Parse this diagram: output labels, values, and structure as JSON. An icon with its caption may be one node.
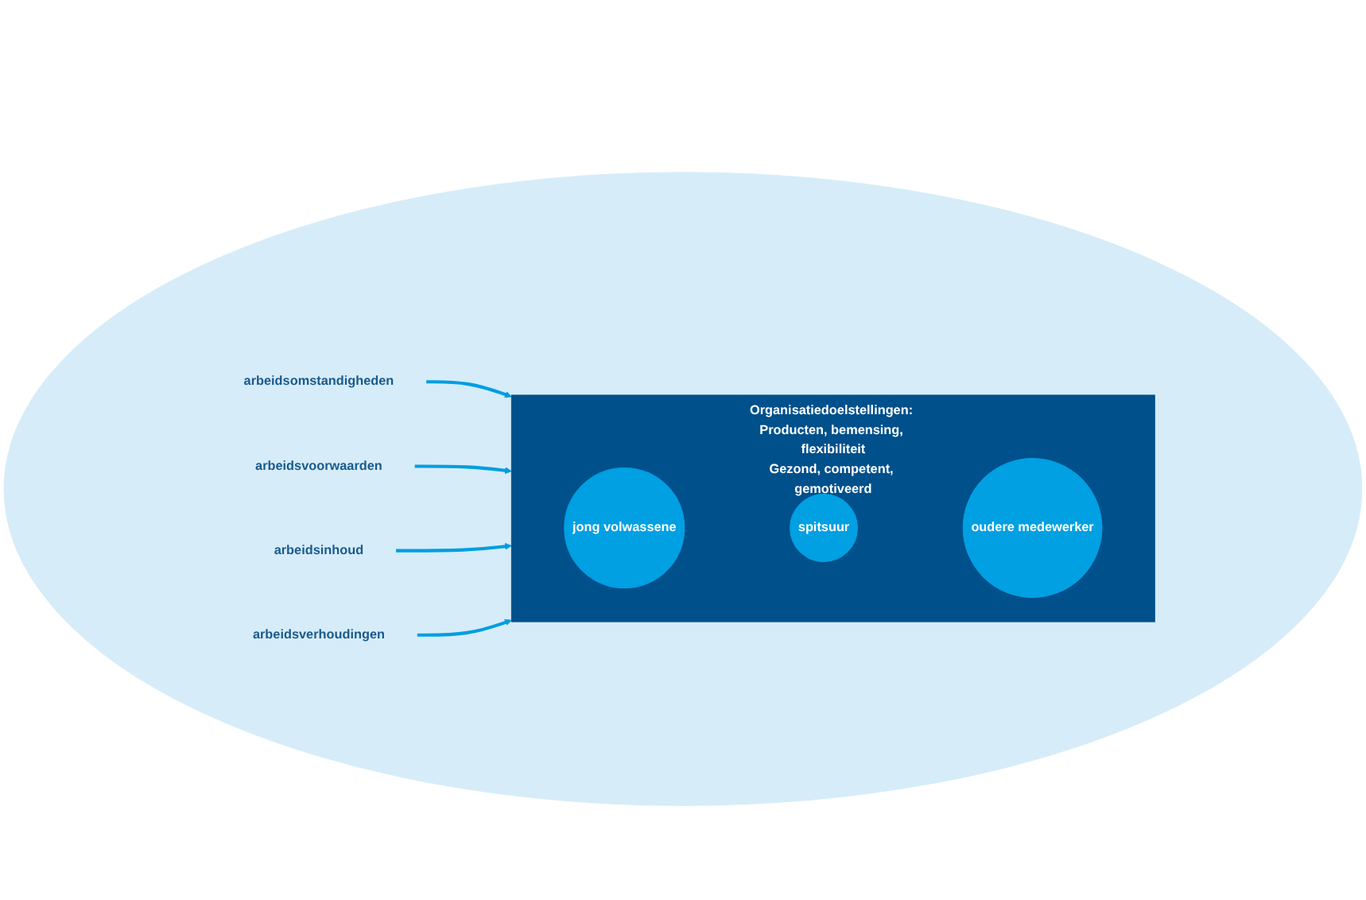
{
  "diagram": {
    "nodes": [
      {
        "text": [],
        "shape": "ellipse"
      },
      {
        "text": [
          "arbeidsomstandigheden"
        ],
        "in": 0
      },
      {
        "text": [
          "Organisatiedoelstellingen: Producten, bemensing, flexibiliteit",
          "Gezond, competent, gemotiveerd"
        ],
        "in": 0
      },
      {
        "text": [
          "jong volwassene"
        ],
        "in": 2
      },
      {
        "text": [
          "spitsuur"
        ],
        "in": 2
      },
      {
        "text": [
          "oudere medewerker"
        ],
        "in": 2
      },
      {
        "text": [
          "arbeidsvoorwaarden"
        ],
        "in": 0
      },
      {
        "text": [
          "arbeidsinhoud"
        ],
        "in": 0
      },
      {
        "text": [
          "arbeidsverhoudingen"
        ],
        "in": 0
      }
    ],
    "edges": [
      {
        "from": 1,
        "to": 2,
        "arrow": "to"
      },
      {
        "from": 6,
        "to": 2,
        "arrow": "to"
      },
      {
        "from": 7,
        "to": 2,
        "arrow": "to"
      },
      {
        "from": 8,
        "to": 2,
        "arrow": "to"
      }
    ]
  }
}
